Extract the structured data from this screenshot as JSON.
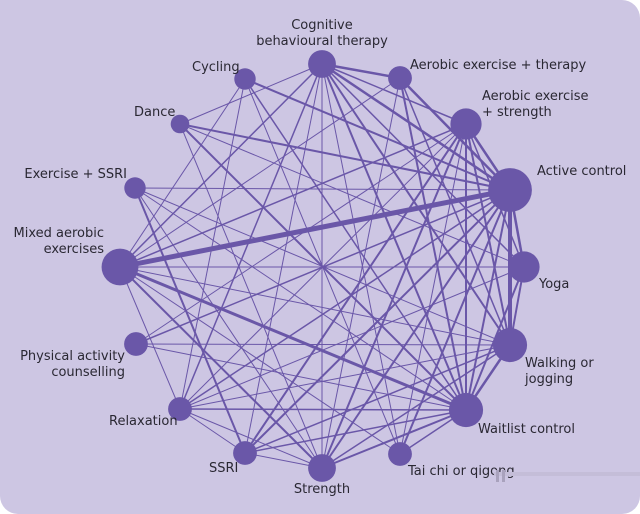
{
  "diagram": {
    "type": "network",
    "node_color": "#6a57a8",
    "edge_color": "#6a57a8",
    "background": "#cdc6e3",
    "nodes": [
      {
        "id": "cbt",
        "label": "Cognitive behavioural therapy",
        "label_lines": [
          "Cognitive",
          "behavioural therapy"
        ],
        "size": 3
      },
      {
        "id": "aet",
        "label": "Aerobic exercise + therapy",
        "label_lines": [
          "Aerobic exercise + therapy"
        ],
        "size": 2
      },
      {
        "id": "aes",
        "label": "Aerobic exercise + strength",
        "label_lines": [
          "Aerobic exercise",
          "+ strength"
        ],
        "size": 4
      },
      {
        "id": "act",
        "label": "Active control",
        "label_lines": [
          "Active control"
        ],
        "size": 9
      },
      {
        "id": "yoga",
        "label": "Yoga",
        "label_lines": [
          "Yoga"
        ],
        "size": 4
      },
      {
        "id": "walk",
        "label": "Walking or jogging",
        "label_lines": [
          "Walking or",
          "jogging"
        ],
        "size": 5
      },
      {
        "id": "wait",
        "label": "Waitlist control",
        "label_lines": [
          "Waitlist control"
        ],
        "size": 5
      },
      {
        "id": "tai",
        "label": "Tai chi or qigong",
        "label_lines": [
          "Tai chi or qigong"
        ],
        "size": 2
      },
      {
        "id": "str",
        "label": "Strength",
        "label_lines": [
          "Strength"
        ],
        "size": 3
      },
      {
        "id": "ssri",
        "label": "SSRI",
        "label_lines": [
          "SSRI"
        ],
        "size": 2
      },
      {
        "id": "relax",
        "label": "Relaxation",
        "label_lines": [
          "Relaxation"
        ],
        "size": 2
      },
      {
        "id": "pac",
        "label": "Physical activity counselling",
        "label_lines": [
          "Physical activity",
          "counselling"
        ],
        "size": 2
      },
      {
        "id": "mix",
        "label": "Mixed aerobic exercises",
        "label_lines": [
          "Mixed aerobic",
          "exercises"
        ],
        "size": 6
      },
      {
        "id": "exssri",
        "label": "Exercise + SSRI",
        "label_lines": [
          "Exercise + SSRI"
        ],
        "size": 1.5
      },
      {
        "id": "dance",
        "label": "Dance",
        "label_lines": [
          "Dance"
        ],
        "size": 1
      },
      {
        "id": "cyc",
        "label": "Cycling",
        "label_lines": [
          "Cycling"
        ],
        "size": 1.5
      }
    ],
    "edges": [
      [
        "mix",
        "act",
        5
      ],
      [
        "act",
        "walk",
        4
      ],
      [
        "mix",
        "wait",
        3
      ],
      [
        "cbt",
        "aet",
        2.5
      ],
      [
        "cbt",
        "act",
        2.5
      ],
      [
        "aet",
        "act",
        2.5
      ],
      [
        "aes",
        "act",
        2.5
      ],
      [
        "act",
        "yoga",
        2.5
      ],
      [
        "act",
        "wait",
        2
      ],
      [
        "act",
        "str",
        2
      ],
      [
        "act",
        "tai",
        2
      ],
      [
        "act",
        "ssri",
        2
      ],
      [
        "act",
        "relax",
        1.5
      ],
      [
        "act",
        "pac",
        1.5
      ],
      [
        "act",
        "exssri",
        1
      ],
      [
        "act",
        "dance",
        2
      ],
      [
        "act",
        "cyc",
        2
      ],
      [
        "act",
        "mix",
        1
      ],
      [
        "cbt",
        "aes",
        1.5
      ],
      [
        "cbt",
        "yoga",
        1.5
      ],
      [
        "cbt",
        "walk",
        2
      ],
      [
        "cbt",
        "wait",
        2
      ],
      [
        "cbt",
        "tai",
        1
      ],
      [
        "cbt",
        "str",
        1
      ],
      [
        "cbt",
        "ssri",
        1
      ],
      [
        "cbt",
        "mix",
        1.5
      ],
      [
        "cbt",
        "dance",
        1
      ],
      [
        "cbt",
        "relax",
        1.5
      ],
      [
        "aet",
        "wait",
        2
      ],
      [
        "aet",
        "walk",
        1.5
      ],
      [
        "aet",
        "str",
        1
      ],
      [
        "aet",
        "mix",
        1
      ],
      [
        "aes",
        "walk",
        2
      ],
      [
        "aes",
        "wait",
        2
      ],
      [
        "aes",
        "str",
        2
      ],
      [
        "aes",
        "yoga",
        1.5
      ],
      [
        "aes",
        "ssri",
        2
      ],
      [
        "aes",
        "relax",
        1
      ],
      [
        "aes",
        "mix",
        1.5
      ],
      [
        "aes",
        "pac",
        1
      ],
      [
        "aes",
        "tai",
        1
      ],
      [
        "yoga",
        "walk",
        2
      ],
      [
        "yoga",
        "wait",
        2
      ],
      [
        "yoga",
        "mix",
        1
      ],
      [
        "yoga",
        "relax",
        1
      ],
      [
        "yoga",
        "dance",
        1
      ],
      [
        "walk",
        "wait",
        2.5
      ],
      [
        "walk",
        "str",
        1.5
      ],
      [
        "walk",
        "ssri",
        1.5
      ],
      [
        "walk",
        "relax",
        1
      ],
      [
        "walk",
        "exssri",
        1
      ],
      [
        "walk",
        "mix",
        1
      ],
      [
        "walk",
        "pac",
        1
      ],
      [
        "wait",
        "tai",
        1.5
      ],
      [
        "wait",
        "str",
        2
      ],
      [
        "wait",
        "ssri",
        1.5
      ],
      [
        "wait",
        "relax",
        1.5
      ],
      [
        "wait",
        "exssri",
        1
      ],
      [
        "wait",
        "dance",
        2
      ],
      [
        "wait",
        "cyc",
        1.5
      ],
      [
        "wait",
        "pac",
        1
      ],
      [
        "str",
        "relax",
        1
      ],
      [
        "str",
        "mix",
        2
      ],
      [
        "str",
        "ssri",
        1
      ],
      [
        "ssri",
        "exssri",
        2
      ],
      [
        "ssri",
        "relax",
        1
      ],
      [
        "relax",
        "mix",
        1
      ],
      [
        "mix",
        "cyc",
        1
      ],
      [
        "mix",
        "tai",
        1
      ],
      [
        "exssri",
        "str",
        1
      ],
      [
        "dance",
        "str",
        1
      ],
      [
        "cyc",
        "relax",
        1
      ],
      [
        "tai",
        "cyc",
        1
      ]
    ]
  }
}
